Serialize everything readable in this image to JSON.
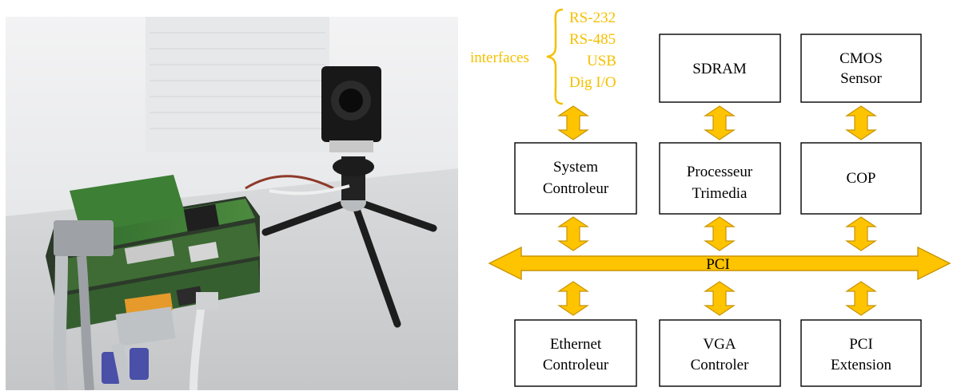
{
  "photo": {
    "caption": "",
    "colors": {
      "wall": "#e9ebee",
      "table": "#d4d6d8",
      "board": "#3f7a3a",
      "camera": "#1a1a1a"
    }
  },
  "diagram": {
    "accent": "#ffc400",
    "accent_stroke": "#c89400",
    "interfaces_label": "interfaces",
    "interfaces": [
      "RS-232",
      "RS-485",
      "USB",
      "Dig I/O"
    ],
    "bus_label": "PCI",
    "boxes": {
      "sdram": [
        "SDRAM"
      ],
      "cmos": [
        "CMOS",
        "Sensor"
      ],
      "system": [
        "System",
        "Controleur"
      ],
      "processor": [
        "Processeur",
        "Trimedia"
      ],
      "cop": [
        "COP"
      ],
      "ethernet": [
        "Ethernet",
        "Controleur"
      ],
      "vga": [
        "VGA",
        "Controler"
      ],
      "pci_ext": [
        "PCI",
        "Extension"
      ]
    }
  }
}
